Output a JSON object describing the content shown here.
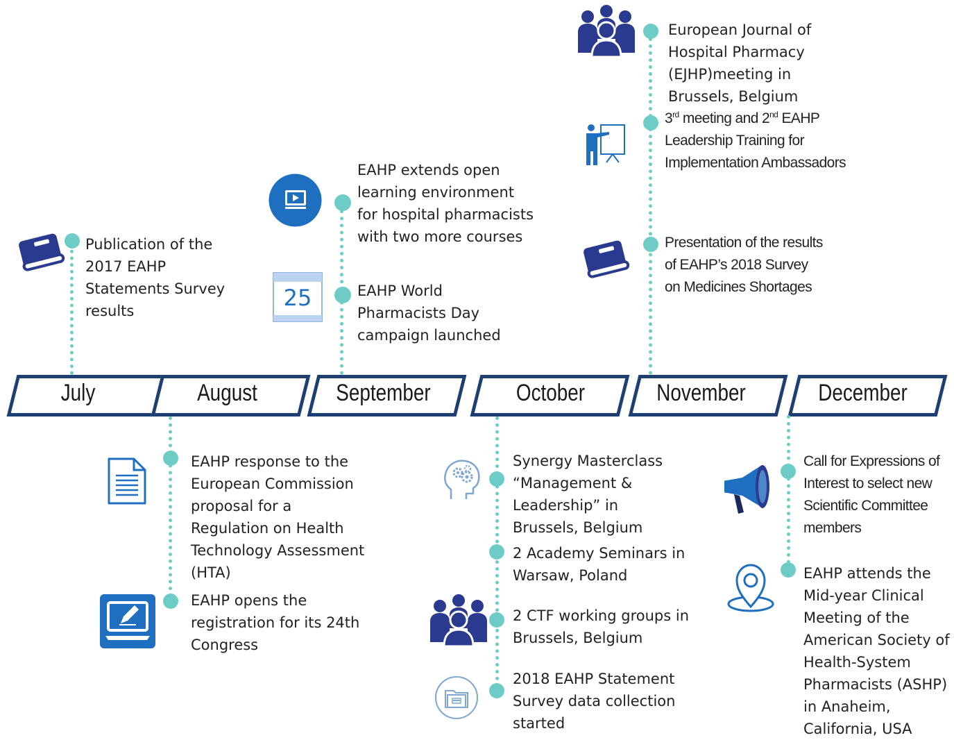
{
  "months": [
    "July",
    "August",
    "September",
    "October",
    "November",
    "December"
  ],
  "events": {
    "july_1": "Publication of the 2017 EAHP Statements Survey results",
    "aug_1": "EAHP response to the European Commission proposal for a Regulation on Health Technology Assessment (HTA)",
    "aug_2": "EAHP opens the registration for its 24th Congress",
    "sep_1": "EAHP extends open learning environment for hospital pharmacists with two more courses",
    "sep_2": "EAHP World Pharmacists Day campaign launched",
    "oct_1": "Synergy Masterclass “Management & Leadership” in Brussels, Belgium",
    "oct_2": "2 Academy Seminars in Warsaw, Poland",
    "oct_3": "2 CTF working groups in Brussels, Belgium",
    "oct_4": "2018 EAHP Statement Survey data collection started",
    "nov_1": "European Journal of Hospital Pharmacy (EJHP)meeting in Brussels, Belgium",
    "nov_2_part1": "3",
    "nov_2_sup1": "rd",
    "nov_2_part2": " meeting and 2",
    "nov_2_sup2": "nd",
    "nov_2_part3": " EAHP Leadership Training for Implementation Ambassadors",
    "nov_3": "Presentation of the results of EAHP’s 2018 Survey on Medicines Shortages",
    "dec_1": "Call for Expressions of Interest to select new Scientific Committee members",
    "dec_2": "EAHP attends the Mid-year Clinical Meeting of the American Society of Health-System Pharmacists (ASHP) in Anaheim, California, USA"
  },
  "icons": {
    "calendar_number": "25"
  },
  "colors": {
    "navy": "#1d3f72",
    "icon_blue": "#2a3a8f",
    "teal": "#6dcdc6",
    "bright_blue": "#1e6fc0"
  }
}
